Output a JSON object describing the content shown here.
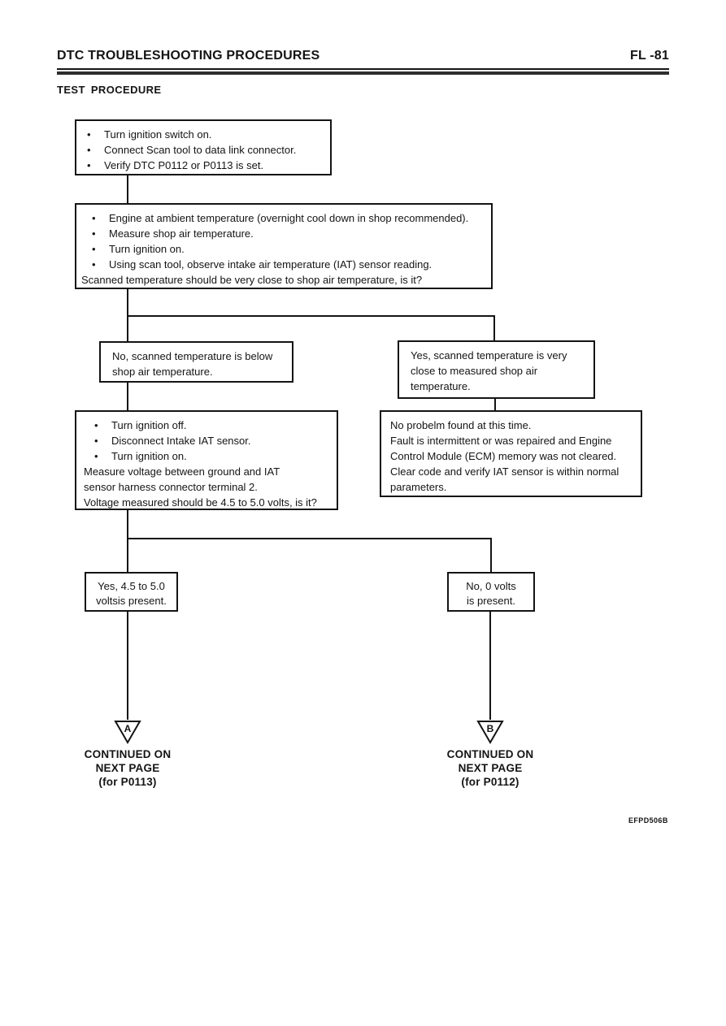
{
  "header": {
    "title": "DTC TROUBLESHOOTING PROCEDURES",
    "page_number": "FL -81",
    "subtitle": "TEST PROCEDURE"
  },
  "glyphs": {
    "bullet": "•"
  },
  "flowchart": {
    "box_start": {
      "lines": [
        "Turn ignition switch on.",
        "Connect Scan tool to data link connector.",
        "Verify DTC P0112 or P0113 is set."
      ]
    },
    "box_ambient": {
      "lines": [
        "Engine at ambient temperature (overnight cool down in shop recommended).",
        "Measure shop air temperature.",
        "Turn ignition on.",
        "Using scan tool, observe intake air temperature (IAT) sensor reading.",
        "Scanned temperature should be very close to shop air temperature, is it?"
      ]
    },
    "branch_no": {
      "lines": [
        "No, scanned temperature is below",
        "shop air temperature."
      ]
    },
    "branch_yes": {
      "lines": [
        "Yes, scanned temperature is very",
        "close to measured shop air",
        "temperature."
      ]
    },
    "box_measure": {
      "lines": [
        "Turn ignition off.",
        "Disconnect Intake IAT sensor.",
        "Turn ignition on.",
        "Measure voltage between ground and IAT",
        "sensor harness connector terminal 2.",
        "Voltage measured should be 4.5 to 5.0 volts, is it?"
      ]
    },
    "box_no_problem": {
      "lines": [
        "No probelm found at this time.",
        "Fault is intermittent or was repaired and Engine",
        "Control Module (ECM) memory was not cleared.",
        "Clear code and verify IAT sensor is within normal",
        "parameters."
      ]
    },
    "box_volts_present": {
      "lines": [
        "Yes, 4.5 to 5.0",
        "voltsis present."
      ]
    },
    "box_zero_volts": {
      "lines": [
        "No, 0 volts",
        "is present."
      ]
    },
    "connector_a": {
      "letter": "A",
      "caption": [
        "CONTINUED ON",
        "NEXT PAGE",
        "(for P0113)"
      ]
    },
    "connector_b": {
      "letter": "B",
      "caption": [
        "CONTINUED ON",
        "NEXT PAGE",
        "(for P0112)"
      ]
    }
  },
  "footer": {
    "figure_code": "EFPD506B"
  }
}
